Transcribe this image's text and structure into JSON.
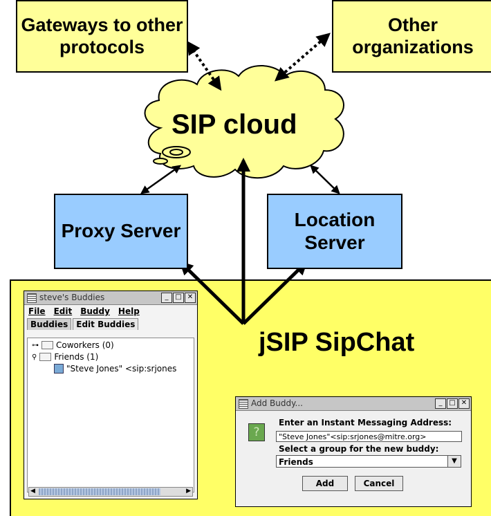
{
  "boxes": {
    "gateways": "Gateways to other protocols",
    "other_orgs": "Other organizations",
    "proxy": "Proxy Server",
    "location": "Location Server"
  },
  "cloud": {
    "label": "SIP cloud"
  },
  "sipchat": {
    "title": "jSIP SipChat"
  },
  "buddies_window": {
    "title": "steve's Buddies",
    "menu": [
      "File",
      "Edit",
      "Buddy",
      "Help"
    ],
    "tabs": [
      "Buddies",
      "Edit Buddies"
    ],
    "tree": [
      {
        "label": "Coworkers (0)"
      },
      {
        "label": "Friends (1)"
      },
      {
        "label": "\"Steve Jones\" <sip:srjones"
      }
    ]
  },
  "add_buddy": {
    "title": "Add Buddy...",
    "prompt": "Enter an Instant Messaging Address:",
    "address_value": "\"Steve Jones\"<sip:srjones@mitre.org>",
    "group_prompt": "Select a group for the new buddy:",
    "group_value": "Friends",
    "add_label": "Add",
    "cancel_label": "Cancel"
  },
  "colors": {
    "yellow_box": "#ffff99",
    "blue_box": "#99ccff",
    "sipchat_bg": "#ffff66"
  }
}
